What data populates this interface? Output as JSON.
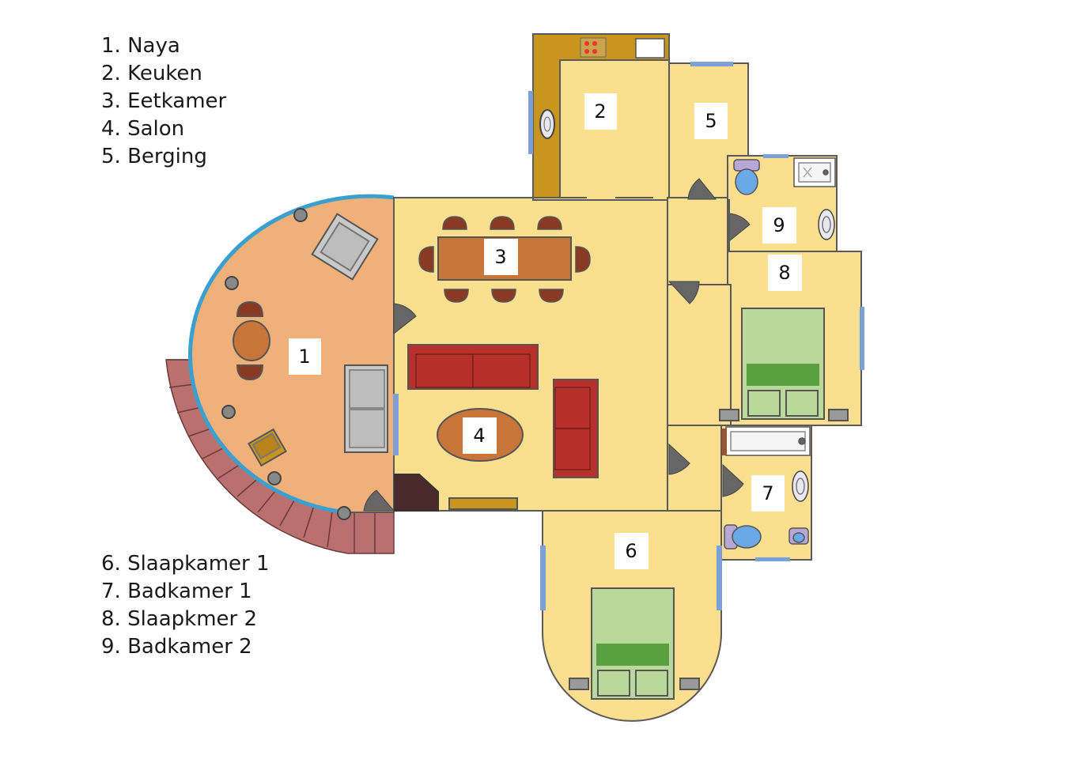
{
  "legend_top": [
    "1. Naya",
    "2. Keuken",
    "3. Eetkamer",
    "4. Salon",
    "5. Berging"
  ],
  "legend_bottom": [
    "6. Slaapkamer 1",
    "7. Badkamer 1",
    "8. Slaapkmer 2",
    "9. Badkamer 2"
  ],
  "room_numbers": {
    "naya": "1",
    "keuken": "2",
    "eetkamer": "3",
    "salon": "4",
    "berging": "5",
    "slaapkamer_1": "6",
    "badkamer_1": "7",
    "slaapkamer_2": "8",
    "badkamer_2": "9"
  },
  "colors": {
    "floor": "#f9df8e",
    "naya_floor": "#efb07a",
    "kitchen_counter": "#c8961e",
    "stairs": "#b9706e",
    "sofa": "#b8302a",
    "table": "#c8753a",
    "bed": "#b9d89a",
    "wall": "#555555",
    "window": "#7ea0d8",
    "naya_glass": "#3aa0d0"
  }
}
